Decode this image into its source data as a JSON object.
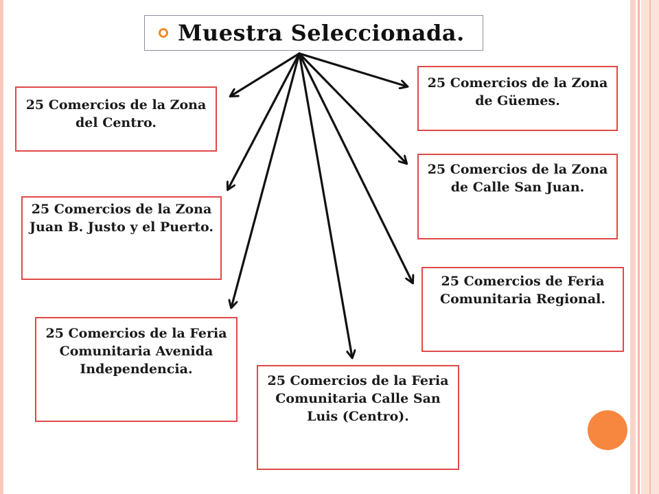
{
  "title": "Muestra Seleccionada.",
  "nodes": {
    "centro": "25 Comercios de la Zona del Centro.",
    "juan_b_justo": "25 Comercios de la Zona Juan B. Justo y el Puerto.",
    "feria_avenida": "25 Comercios de la Feria Comunitaria Avenida Independencia.",
    "feria_san_luis": "25 Comercios de la Feria Comunitaria Calle San Luis (Centro).",
    "guemes": "25 Comercios de la Zona de Güemes.",
    "calle_san_juan": "25 Comercios de la Zona de Calle San Juan.",
    "feria_regional": "25 Comercios de Feria Comunitaria Regional."
  },
  "colors": {
    "box_border": "#e04848",
    "title_bullet": "#f08a2a",
    "accent_dot": "#f7863f",
    "arrow": "#111111"
  }
}
